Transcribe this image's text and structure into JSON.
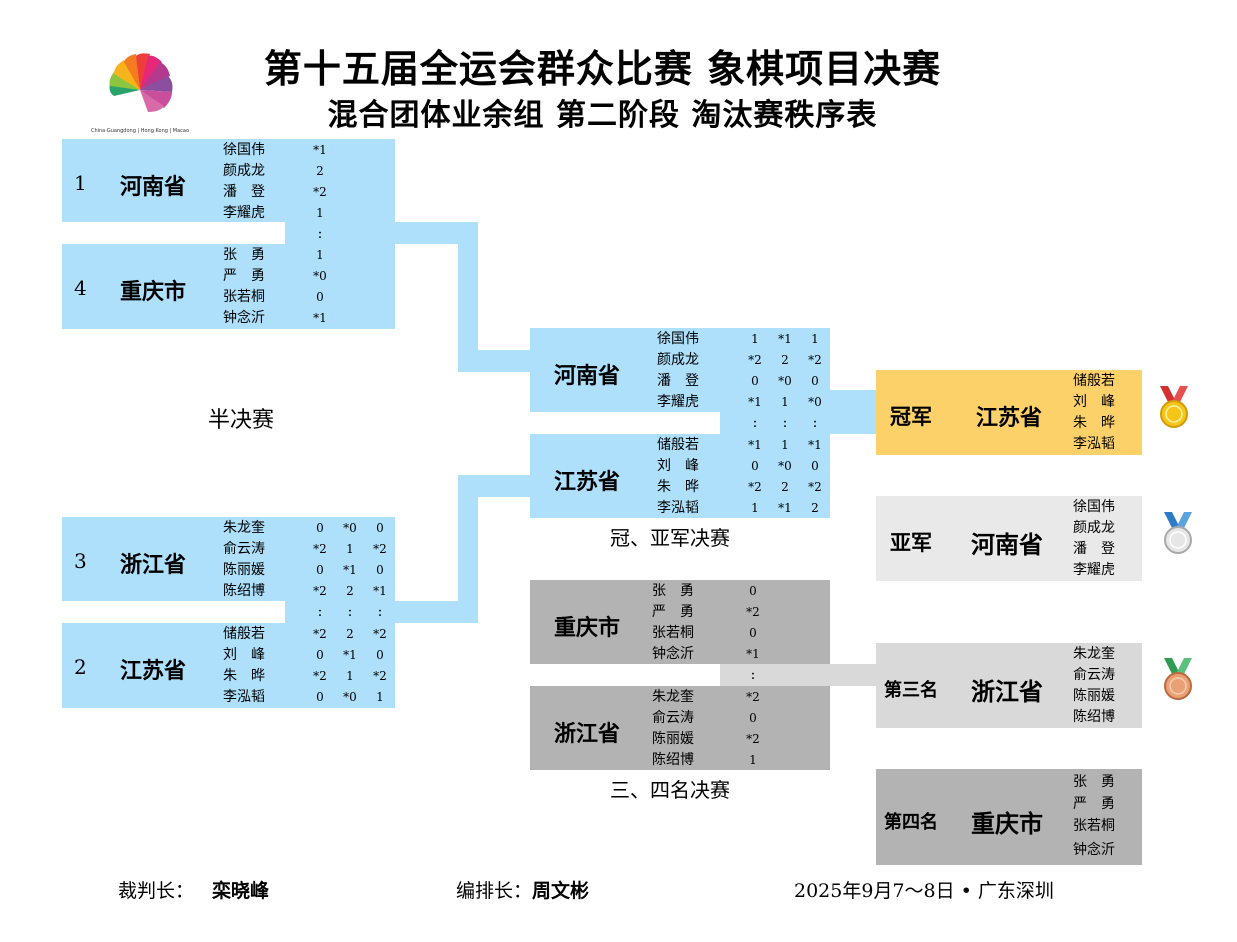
{
  "header": {
    "title": "第十五届全运会群众比赛 象棋项目决赛",
    "subtitle": "混合团体业余组 第二阶段 淘汰赛秩序表",
    "logo_caption": "China·Guangdong | Hong Kong | Macao"
  },
  "semifinal_label": "半决赛",
  "final_label": "冠、亚军决赛",
  "third_label": "三、四名决赛",
  "colon": ":",
  "semi1": {
    "top": {
      "seed": "1",
      "team": "河南省",
      "players": [
        "徐国伟",
        "颜成龙",
        "潘　登",
        "李耀虎"
      ],
      "scores": [
        "*1",
        "2",
        "*2",
        "1"
      ]
    },
    "bottom": {
      "seed": "4",
      "team": "重庆市",
      "players": [
        "张　勇",
        "严　勇",
        "张若桐",
        "钟念沂"
      ],
      "scores": [
        "1",
        "*0",
        "0",
        "*1"
      ]
    }
  },
  "semi2": {
    "top": {
      "seed": "3",
      "team": "浙江省",
      "players": [
        "朱龙奎",
        "俞云涛",
        "陈丽媛",
        "陈绍博"
      ],
      "scores": [
        [
          "0",
          "*0",
          "0"
        ],
        [
          "*2",
          "1",
          "*2"
        ],
        [
          "0",
          "*1",
          "0"
        ],
        [
          "*2",
          "2",
          "*1"
        ]
      ]
    },
    "bottom": {
      "seed": "2",
      "team": "江苏省",
      "players": [
        "储般若",
        "刘　峰",
        "朱　晔",
        "李泓韬"
      ],
      "scores": [
        [
          "*2",
          "2",
          "*2"
        ],
        [
          "0",
          "*1",
          "0"
        ],
        [
          "*2",
          "1",
          "*2"
        ],
        [
          "0",
          "*0",
          "1"
        ]
      ]
    }
  },
  "final": {
    "top": {
      "team": "河南省",
      "players": [
        "徐国伟",
        "颜成龙",
        "潘　登",
        "李耀虎"
      ],
      "scores": [
        [
          "1",
          "*1",
          "1"
        ],
        [
          "*2",
          "2",
          "*2"
        ],
        [
          "0",
          "*0",
          "0"
        ],
        [
          "*1",
          "1",
          "*0"
        ]
      ]
    },
    "bottom": {
      "team": "江苏省",
      "players": [
        "储般若",
        "刘　峰",
        "朱　晔",
        "李泓韬"
      ],
      "scores": [
        [
          "*1",
          "1",
          "*1"
        ],
        [
          "0",
          "*0",
          "0"
        ],
        [
          "*2",
          "2",
          "*2"
        ],
        [
          "1",
          "*1",
          "2"
        ]
      ]
    }
  },
  "third": {
    "top": {
      "team": "重庆市",
      "players": [
        "张　勇",
        "严　勇",
        "张若桐",
        "钟念沂"
      ],
      "scores": [
        "0",
        "*2",
        "0",
        "*1"
      ]
    },
    "bottom": {
      "team": "浙江省",
      "players": [
        "朱龙奎",
        "俞云涛",
        "陈丽媛",
        "陈绍博"
      ],
      "scores": [
        "*2",
        "0",
        "*2",
        "1"
      ]
    }
  },
  "results": [
    {
      "rank": "冠军",
      "team": "江苏省",
      "players": [
        "储般若",
        "刘　峰",
        "朱　晔",
        "李泓韬"
      ],
      "medal": "gold-medal-icon"
    },
    {
      "rank": "亚军",
      "team": "河南省",
      "players": [
        "徐国伟",
        "颜成龙",
        "潘　登",
        "李耀虎"
      ],
      "medal": "silver-medal-icon"
    },
    {
      "rank": "第三名",
      "team": "浙江省",
      "players": [
        "朱龙奎",
        "俞云涛",
        "陈丽媛",
        "陈绍博"
      ],
      "medal": "bronze-medal-icon"
    },
    {
      "rank": "第四名",
      "team": "重庆市",
      "players": [
        "张　勇",
        "严　勇",
        "张若桐",
        "钟念沂"
      ]
    }
  ],
  "footer": {
    "referee_label": "裁判长：",
    "referee_name": "栾晓峰",
    "arranger_label": "编排长：",
    "arranger_name": "周文彬",
    "date_place": "2025年9月7～8日 • 广东深圳"
  },
  "colors": {
    "bracket_blue": "#aee0fb",
    "bracket_gray": "#b3b3b3",
    "champion_gold": "#fcd169",
    "runner_up_bg": "#e9e9e9",
    "third_bg": "#d9d9d9",
    "fourth_bg": "#b3b3b3"
  }
}
